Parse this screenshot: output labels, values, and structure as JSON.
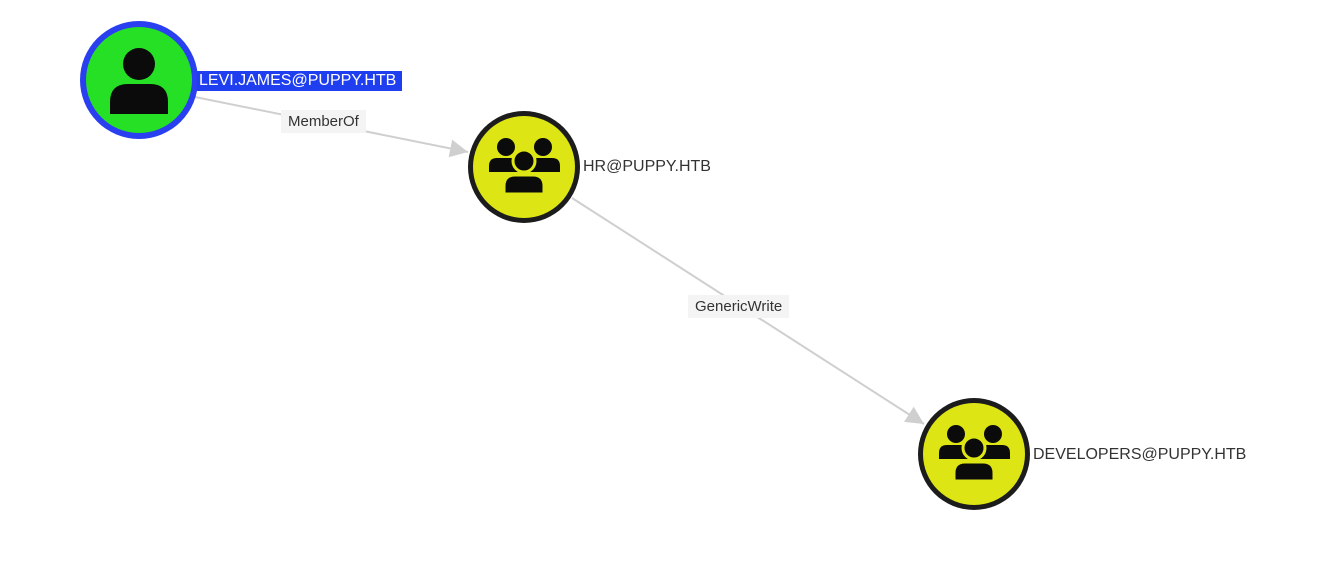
{
  "graph": {
    "nodes": [
      {
        "id": "user",
        "type": "user",
        "label": "LEVI.JAMES@PUPPY.HTB",
        "icon": "user-icon",
        "fill": "#25e025",
        "ring": "#2a3ff0",
        "selected": true
      },
      {
        "id": "hr",
        "type": "group",
        "label": "HR@PUPPY.HTB",
        "icon": "group-icon",
        "fill": "#dde614",
        "ring": "#1c1c1c",
        "selected": false
      },
      {
        "id": "dev",
        "type": "group",
        "label": "DEVELOPERS@PUPPY.HTB",
        "icon": "group-icon",
        "fill": "#dde614",
        "ring": "#1c1c1c",
        "selected": false
      }
    ],
    "edges": [
      {
        "from": "user",
        "to": "hr",
        "label": "MemberOf"
      },
      {
        "from": "hr",
        "to": "dev",
        "label": "GenericWrite"
      }
    ],
    "colors": {
      "edge_line": "#cfcfcf",
      "edge_label_bg": "#f4f4f4",
      "selected_label_bg": "#1f3ef0"
    }
  }
}
